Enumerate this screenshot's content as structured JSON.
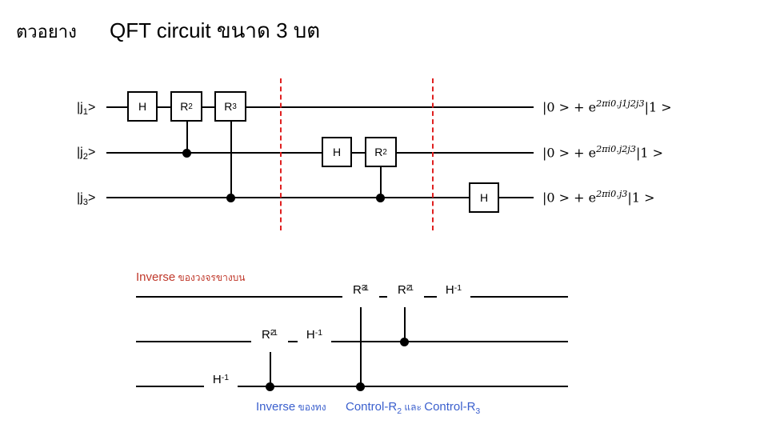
{
  "header": {
    "left_title": "ตวอยาง",
    "main_title": "QFT circuit ขนาด 3 บต"
  },
  "qft": {
    "inputs": [
      {
        "ket_open": "|j",
        "sub": "1",
        "ket_close": ">"
      },
      {
        "ket_open": "|j",
        "sub": "2",
        "ket_close": ">"
      },
      {
        "ket_open": "|j",
        "sub": "3",
        "ket_close": ">"
      }
    ],
    "gates": {
      "h1": "H",
      "r2_top": {
        "base": "R",
        "sub": "2"
      },
      "r3_top": {
        "base": "R",
        "sub": "3"
      },
      "h2": "H",
      "r2_mid": {
        "base": "R",
        "sub": "2"
      },
      "h3": "H"
    },
    "outputs": [
      {
        "prefix": "|0 > + e",
        "exponent": "2πi0.j1j2j3",
        "suffix": "|1 >"
      },
      {
        "prefix": "|0 > + e",
        "exponent": "2πi0.j2j3",
        "suffix": "|1 >"
      },
      {
        "prefix": "|0 > + e",
        "exponent": "2πi0.j3",
        "suffix": "|1 >"
      }
    ]
  },
  "inverse": {
    "top_caption_bold": "Inverse",
    "top_caption_rest": " ของวงจรขางบน",
    "gates": {
      "r3_inv": {
        "base": "R",
        "sub": "3",
        "sup": "-1"
      },
      "r2_inv_top": {
        "base": "R",
        "sub": "2",
        "sup": "-1"
      },
      "h_inv_top": {
        "base": "H",
        "sup": "-1"
      },
      "r2_inv_mid": {
        "base": "R",
        "sub": "2",
        "sup": "-1"
      },
      "h_inv_mid": {
        "base": "H",
        "sup": "-1"
      },
      "h_inv_bot": {
        "base": "H",
        "sup": "-1"
      }
    },
    "caption_bottom_left_bold": "Inverse",
    "caption_bottom_left_rest": " ของทง",
    "caption_bottom_right": {
      "part1": "Control-R",
      "sub1": "2",
      "mid": " และ ",
      "part2": "Control-R",
      "sub2": "3"
    }
  },
  "colors": {
    "wire": "#000000",
    "barrier": "#e02020",
    "caption_red": "#c0392b",
    "caption_blue": "#3a5fcd"
  }
}
